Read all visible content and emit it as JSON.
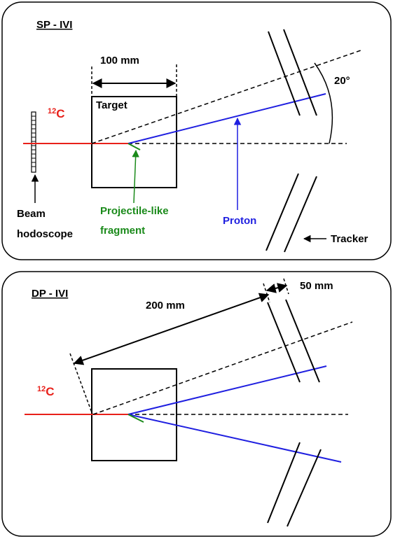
{
  "panel_top": {
    "title": "SP - IVI",
    "dimension_label": "100 mm",
    "target_label": "Target",
    "ion_label": {
      "sup": "12",
      "base": "C"
    },
    "angle_label": "20°",
    "beam_hodoscope_label": [
      "Beam",
      "hodoscope"
    ],
    "fragment_label": [
      "Projectile-like",
      "fragment"
    ],
    "proton_label": "Proton",
    "tracker_label": "Tracker"
  },
  "panel_bottom": {
    "title": "DP - IVI",
    "distance_label": "200 mm",
    "spacing_label": "50 mm",
    "ion_label": {
      "sup": "12",
      "base": "C"
    }
  },
  "colors": {
    "beam": "#e8201a",
    "proton": "#1f1fe0",
    "fragment": "#1a8a1a",
    "line": "#000000"
  }
}
